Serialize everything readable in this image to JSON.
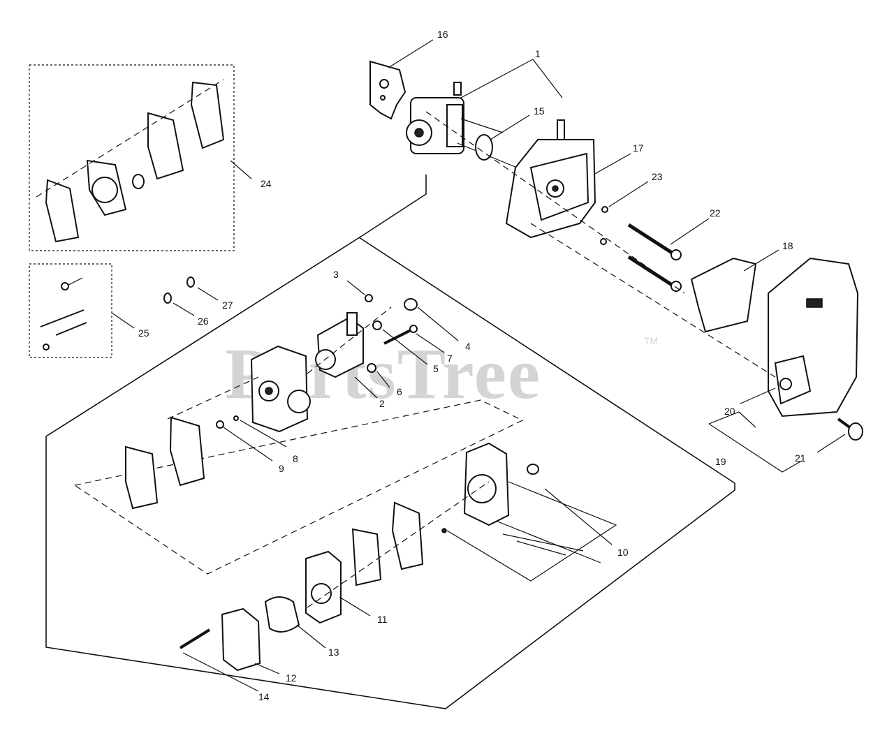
{
  "watermark": {
    "text": "PartsTree",
    "trademark": "TM"
  },
  "labels": {
    "p1": "1",
    "p2": "2",
    "p3": "3",
    "p4": "4",
    "p5": "5",
    "p6": "6",
    "p7": "7",
    "p8": "8",
    "p9": "9",
    "p10": "10",
    "p11": "11",
    "p12": "12",
    "p13": "13",
    "p14": "14",
    "p15": "15",
    "p16": "16",
    "p17": "17",
    "p18": "18",
    "p19": "19",
    "p20": "20",
    "p21": "21",
    "p22": "22",
    "p23": "23",
    "p24": "24",
    "p25": "25",
    "p26": "26",
    "p27": "27"
  }
}
